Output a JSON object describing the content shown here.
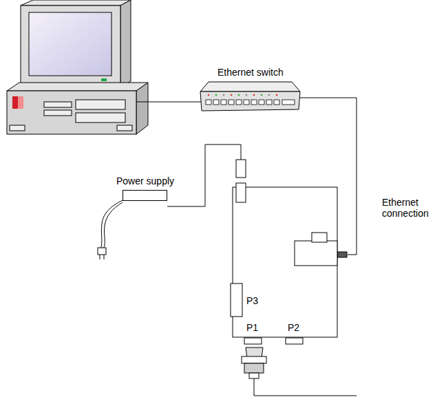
{
  "diagram": {
    "nodes": [
      {
        "text": [
          "Ethernet switch"
        ]
      },
      {
        "text": [
          "Power supply"
        ]
      }
    ],
    "labels": [
      "Ethernet connection",
      "P3",
      "P1",
      "P2"
    ]
  }
}
